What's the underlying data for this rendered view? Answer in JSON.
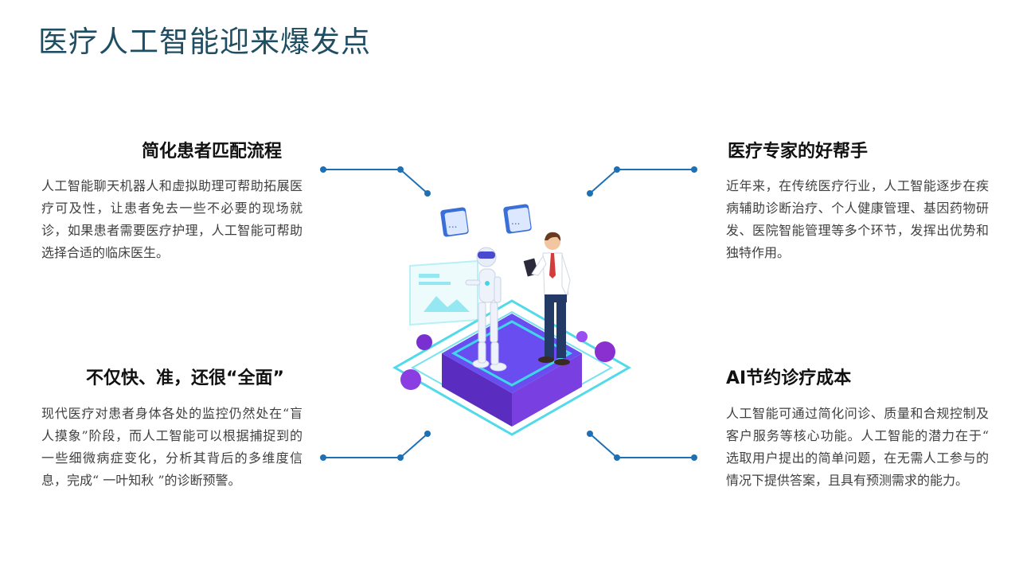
{
  "slide": {
    "title": "医疗人工智能迎来爆发点",
    "sections": {
      "top_left": {
        "heading": "简化患者匹配流程",
        "body": "人工智能聊天机器人和虚拟助理可帮助拓展医疗可及性，让患者免去一些不必要的现场就诊，如果患者需要医疗护理，人工智能可帮助选择合适的临床医生。"
      },
      "top_right": {
        "heading": "医疗专家的好帮手",
        "body": "近年来，在传统医疗行业，人工智能逐步在疾病辅助诊断治疗、个人健康管理、基因药物研发、医院智能管理等多个环节，发挥出优势和独特作用。"
      },
      "bottom_left": {
        "heading": "不仅快、准，还很“全面”",
        "body": "现代医疗对患者身体各处的监控仍然处在“盲人摸象”阶段，而人工智能可以根据捕捉到的一些细微病症变化，分析其背后的多维度信息，完成“ 一叶知秋 ”的诊断预警。"
      },
      "bottom_right": {
        "heading": "AI节约诊疗成本",
        "body": "人工智能可通过简化问诊、质量和合规控制及客户服务等核心功能。人工智能的潜力在于“ 选取用户提出的简单问题，在无需人工参与的情况下提供答案，且具有预测需求的能力。"
      }
    },
    "illustration": {
      "icon": "ai-doctor-robot-illustration",
      "chat_bubble_text": "..."
    },
    "colors": {
      "title": "#1f4e63",
      "connector": "#1f6fb5",
      "platform_purple": "#7a3fe0",
      "platform_cyan": "#3fd6e8"
    }
  }
}
